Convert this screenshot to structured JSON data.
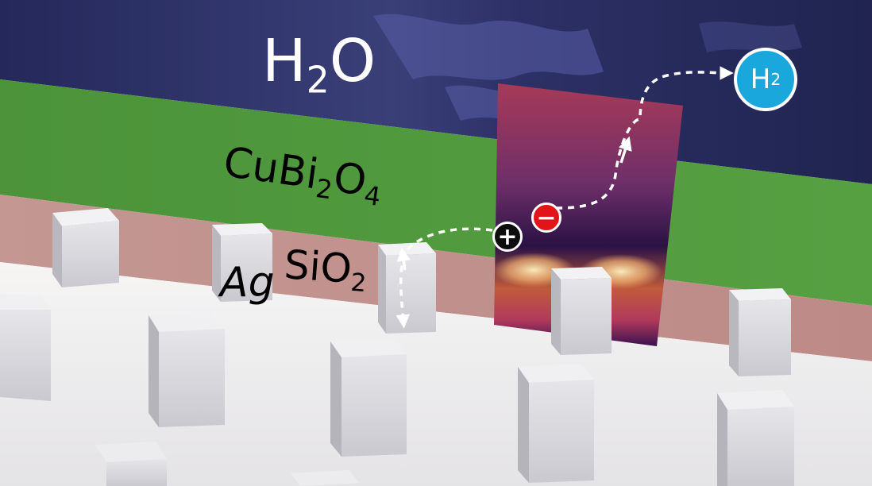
{
  "labels": {
    "water": {
      "main": "H",
      "sub": "2",
      "tail": "O"
    },
    "absorber": {
      "main": "CuBi",
      "sub1": "2",
      "mid": "O",
      "sub2": "4"
    },
    "spacer": {
      "main": "SiO",
      "sub": "2"
    },
    "metal": "Ag"
  },
  "product": {
    "main": "H",
    "sub": "2"
  },
  "carriers": {
    "hole": "+",
    "electron": "−"
  },
  "colors": {
    "water": "#262a5c",
    "absorber": "#4f9a3c",
    "spacer": "#c3918f",
    "metal": "#f1f0ef",
    "product_badge": "#1aa8dc",
    "electron": "#e2141a",
    "hole": "#0d0d0d"
  },
  "icons": [
    "plus-icon",
    "minus-icon",
    "path-arrow-icon"
  ]
}
